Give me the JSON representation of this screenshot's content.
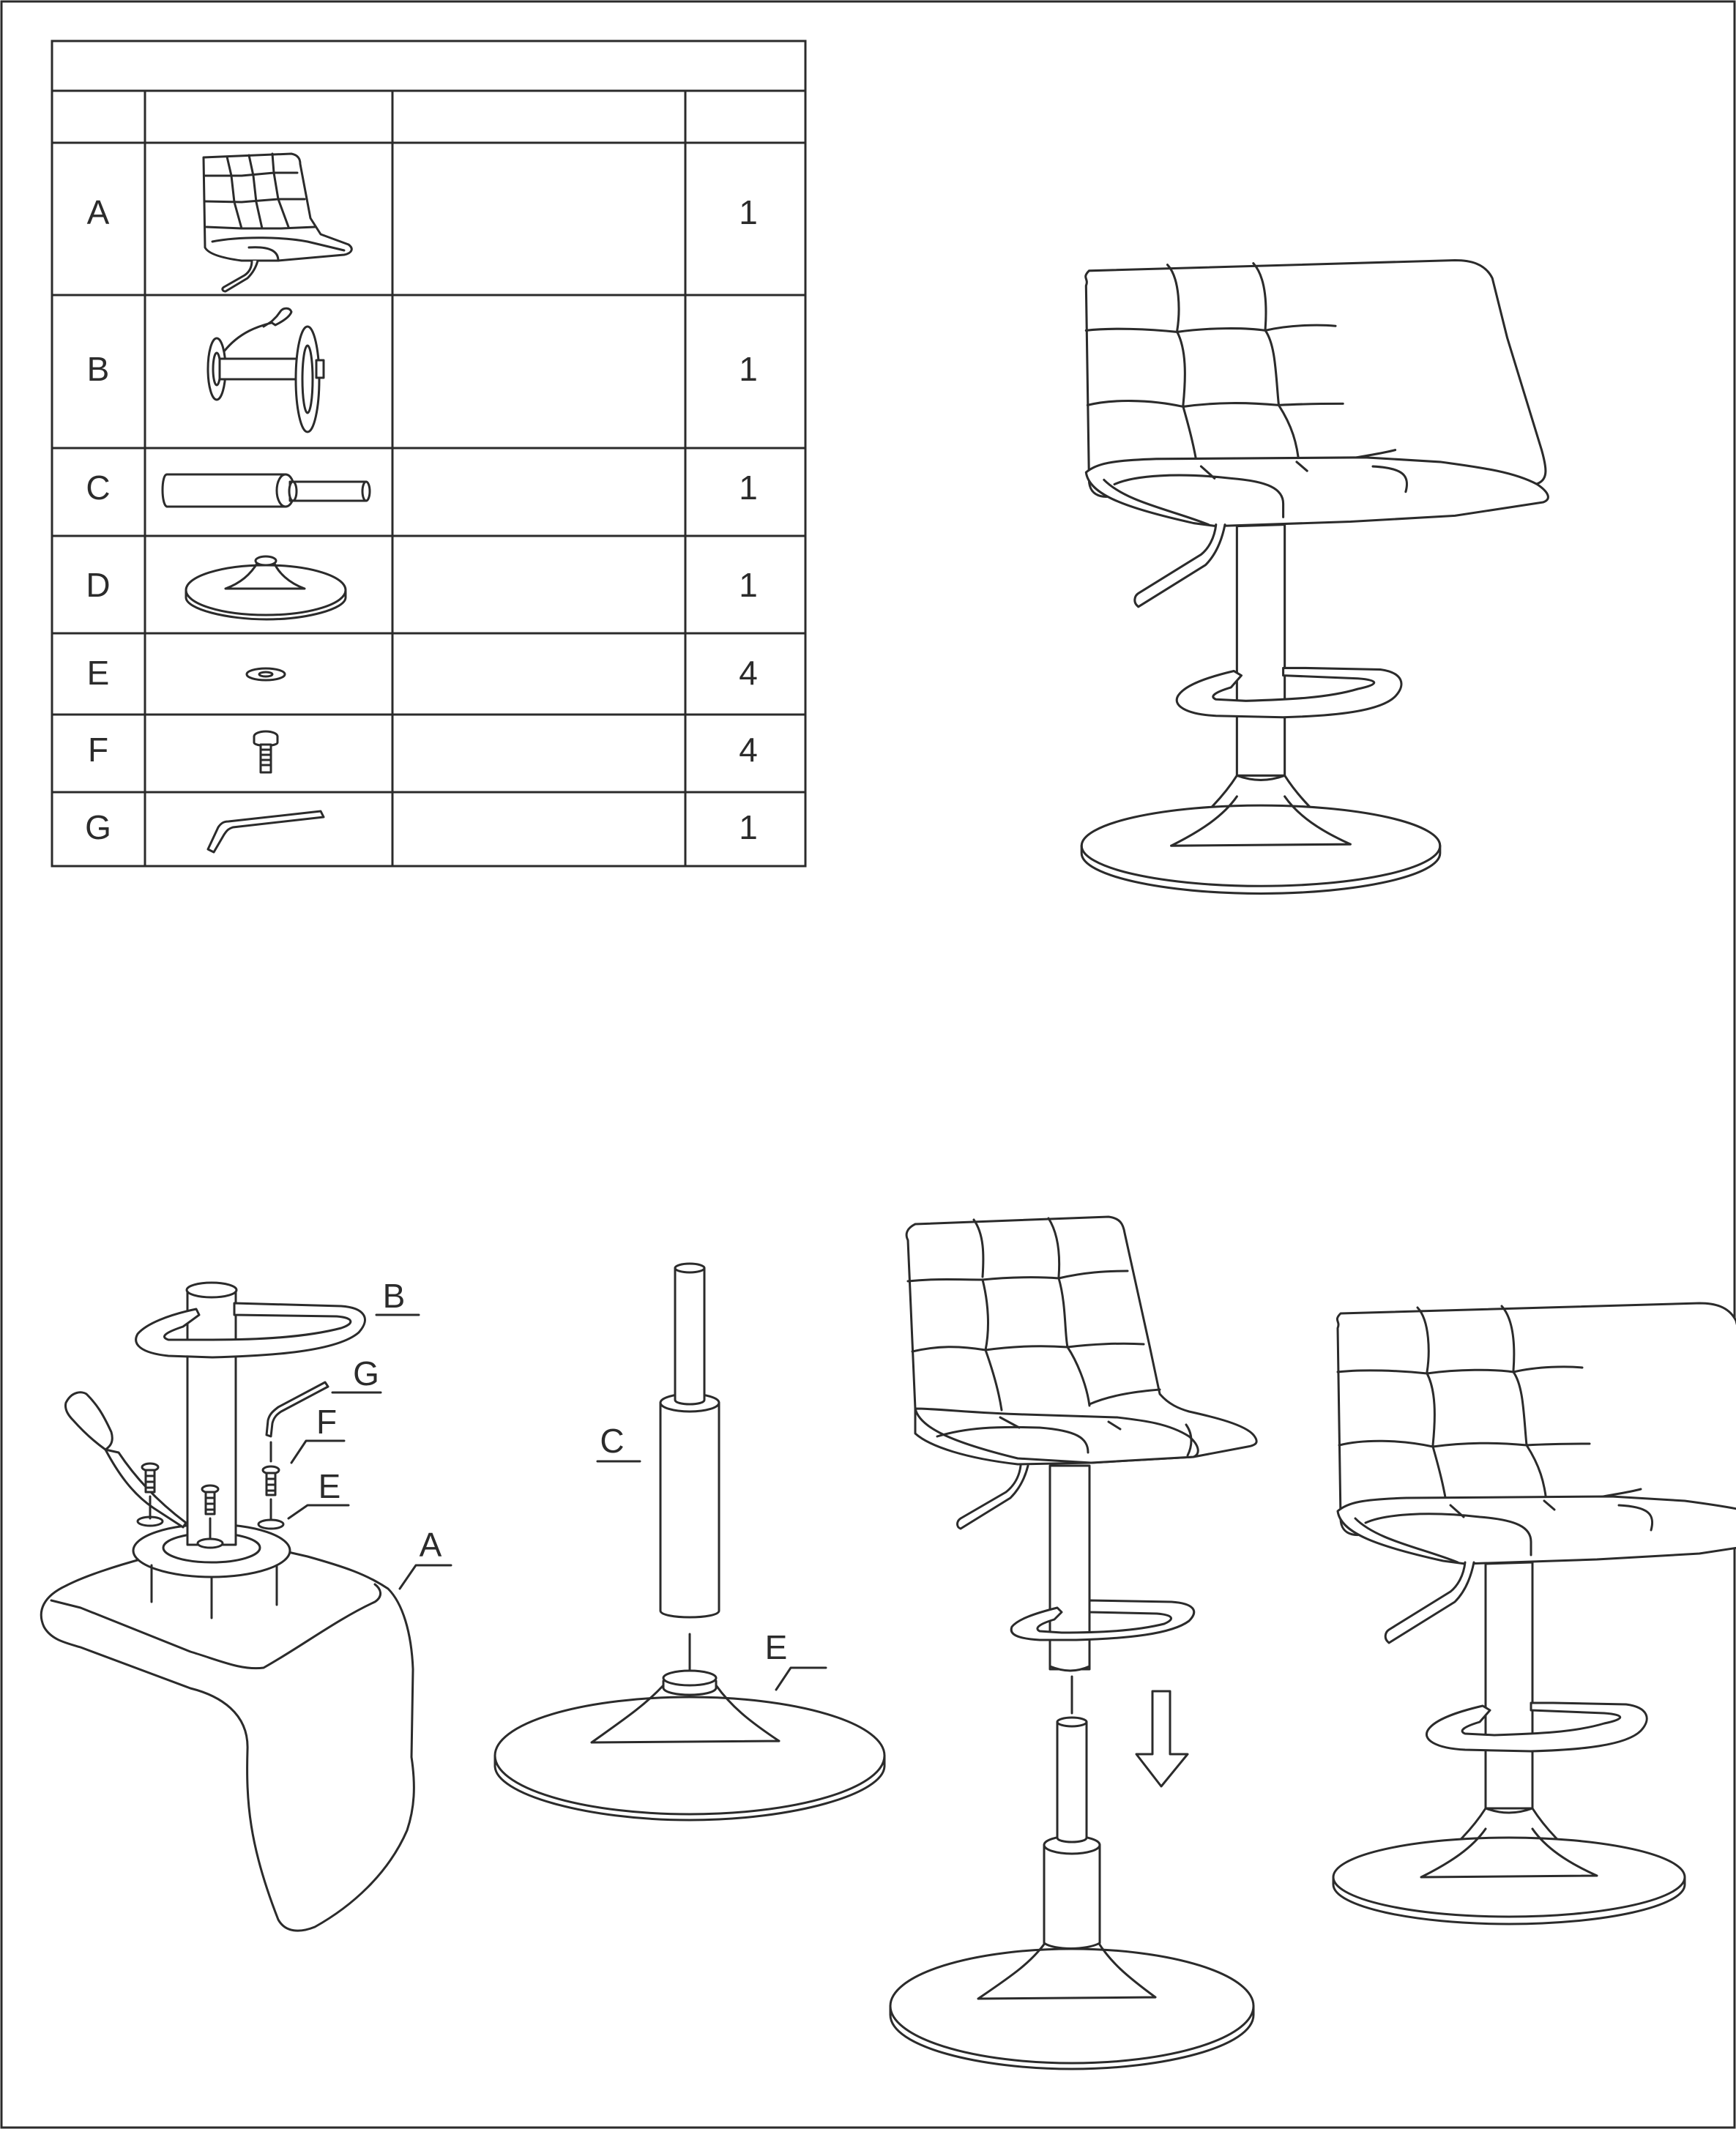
{
  "parts_table": {
    "title": "",
    "headers": [
      "",
      "",
      "",
      ""
    ],
    "rows": [
      {
        "letter": "A",
        "icon": "seat-icon",
        "description": "",
        "qty": "1"
      },
      {
        "letter": "B",
        "icon": "swivel-plate-with-lever-icon",
        "description": "",
        "qty": "1"
      },
      {
        "letter": "C",
        "icon": "gas-cylinder-icon",
        "description": "",
        "qty": "1"
      },
      {
        "letter": "D",
        "icon": "round-base-icon",
        "description": "",
        "qty": "1"
      },
      {
        "letter": "E",
        "icon": "washer-icon",
        "description": "",
        "qty": "4"
      },
      {
        "letter": "F",
        "icon": "bolt-icon",
        "description": "",
        "qty": "4"
      },
      {
        "letter": "G",
        "icon": "allen-key-icon",
        "description": "",
        "qty": "1"
      }
    ]
  },
  "step1": {
    "callouts": {
      "b": "B",
      "g": "G",
      "f": "F",
      "e": "E",
      "a": "A"
    }
  },
  "step2": {
    "callouts": {
      "c": "C",
      "e": "E"
    }
  },
  "step3": {
    "arrow_icon": "down-arrow-icon"
  },
  "colors": {
    "line": "#2b2b2b",
    "background": "#ffffff"
  }
}
